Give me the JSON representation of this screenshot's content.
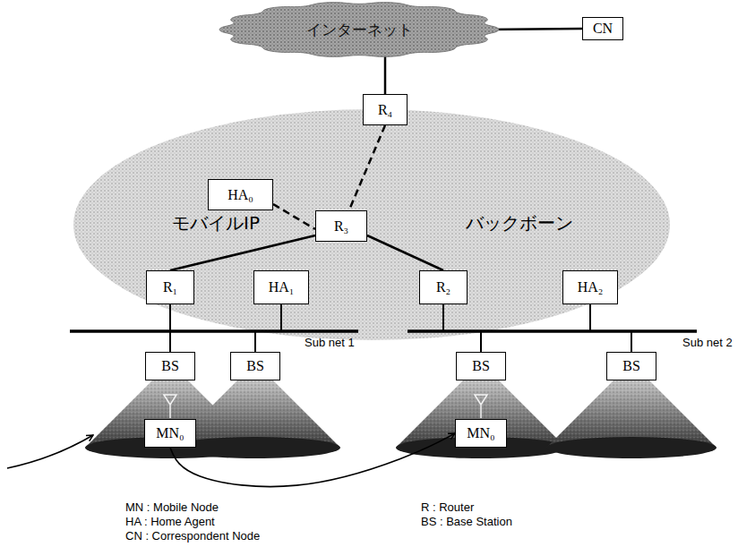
{
  "diagram": {
    "nodes": [
      {
        "text": [
          "インターネット"
        ]
      },
      {
        "text": [
          "CN"
        ]
      },
      {
        "text": [
          "R₄"
        ]
      },
      {
        "text": [
          "モバイルIP",
          "バックボーン"
        ]
      },
      {
        "text": [
          "HA₀"
        ],
        "in": 3
      },
      {
        "text": [
          "R₃"
        ],
        "in": 3
      },
      {
        "text": [
          "R₁"
        ],
        "in": 3
      },
      {
        "text": [
          "HA₁"
        ],
        "in": 3
      },
      {
        "text": [
          "R₂"
        ],
        "in": 3
      },
      {
        "text": [
          "HA₂"
        ],
        "in": 3
      },
      {
        "text": [
          "BS"
        ]
      },
      {
        "text": [
          "BS"
        ]
      },
      {
        "text": [
          "BS"
        ]
      },
      {
        "text": [
          "BS"
        ]
      },
      {
        "text": [
          "MN₀"
        ]
      },
      {
        "text": [
          "MN₀"
        ]
      }
    ],
    "edges": [
      {
        "from": 0,
        "to": 1,
        "arrow": "none"
      },
      {
        "from": 0,
        "to": 2,
        "arrow": "none"
      },
      {
        "from": 2,
        "to": 5,
        "arrow": "none"
      },
      {
        "from": 4,
        "to": 5,
        "arrow": "none"
      },
      {
        "from": 5,
        "to": 6,
        "arrow": "none"
      },
      {
        "from": 5,
        "to": 8,
        "arrow": "none"
      },
      {
        "from": 14,
        "to": 15,
        "arrow": "to"
      }
    ],
    "labels": [
      "Sub net 1",
      "Sub net 2",
      "MN : Mobile Node",
      "HA : Home Agent",
      "CN : Correspondent Node",
      "R : Router",
      "BS : Base Station"
    ]
  }
}
